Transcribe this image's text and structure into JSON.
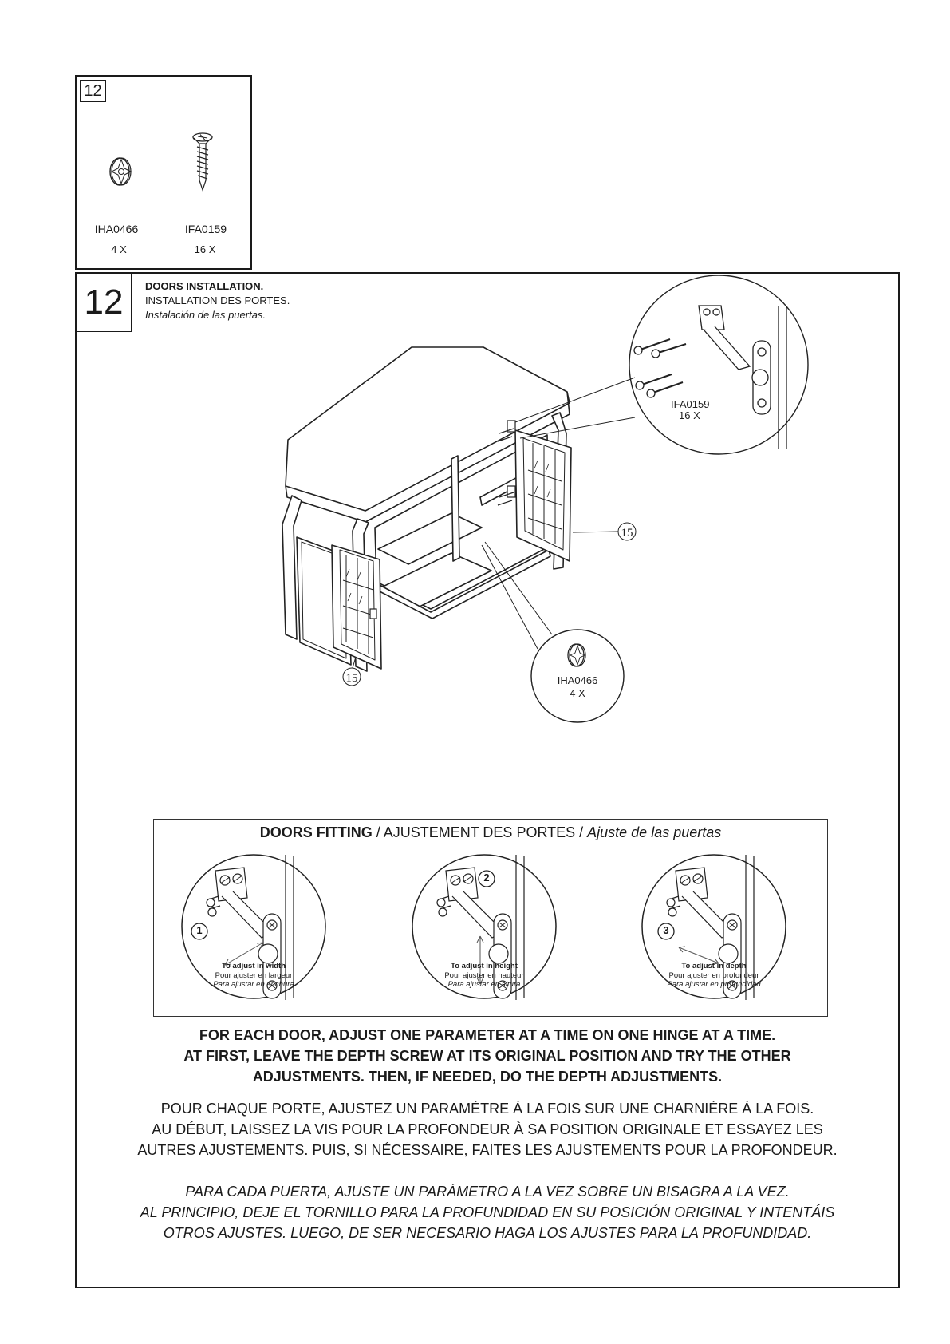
{
  "parts": {
    "step_number": "12",
    "items": [
      {
        "code": "IHA0466",
        "qty": "4 X",
        "icon": "hinge-plate-icon"
      },
      {
        "code": "IFA0159",
        "qty": "16 X",
        "icon": "screw-icon"
      }
    ]
  },
  "step": {
    "number": "12",
    "title_en": "DOORS INSTALLATION.",
    "title_fr": "INSTALLATION DES PORTES.",
    "title_es": "Instalación de las puertas."
  },
  "diagram": {
    "door_label": "15",
    "callout_screws": {
      "code": "IFA0159",
      "qty": "16 X"
    },
    "callout_plate": {
      "code": "IHA0466",
      "qty": "4 X"
    }
  },
  "doors_fitting": {
    "title_en": "DOORS FITTING",
    "title_fr": " / AJUSTEMENT DES PORTES / ",
    "title_es": "Ajuste de las puertas",
    "panels": [
      {
        "number": "1",
        "en": "To adjust in width",
        "fr": "Pour ajuster en largeur",
        "es": "Para ajustar en anchura"
      },
      {
        "number": "2",
        "en": "To adjust in height",
        "fr": "Pour ajuster en hauteur",
        "es": "Para ajustar en altura"
      },
      {
        "number": "3",
        "en": "To adjust in depth",
        "fr": "Pour ajuster en profondeur",
        "es": "Para ajustar en profundidad"
      }
    ]
  },
  "notes": {
    "en": [
      "FOR EACH DOOR, ADJUST ONE PARAMETER AT A TIME ON ONE HINGE AT A TIME.",
      "AT FIRST, LEAVE THE DEPTH SCREW AT ITS ORIGINAL POSITION AND TRY THE OTHER",
      "ADJUSTMENTS. THEN, IF NEEDED, DO THE DEPTH ADJUSTMENTS."
    ],
    "fr": [
      "POUR CHAQUE PORTE, AJUSTEZ UN PARAMÈTRE À LA FOIS SUR UNE CHARNIÈRE À LA FOIS.",
      "AU DÉBUT, LAISSEZ LA VIS POUR LA PROFONDEUR À SA POSITION ORIGINALE ET ESSAYEZ LES",
      "AUTRES AJUSTEMENTS. PUIS, SI NÉCESSAIRE, FAITES LES AJUSTEMENTS POUR LA PROFONDEUR."
    ],
    "es": [
      "PARA CADA PUERTA, AJUSTE UN PARÁMETRO A LA VEZ SOBRE UN BISAGRA A LA VEZ.",
      "AL PRINCIPIO, DEJE EL TORNILLO PARA LA PROFUNDIDAD EN SU POSICIÓN ORIGINAL Y INTENTÁIS",
      "OTROS AJUSTES. LUEGO, DE SER NECESARIO HAGA LOS AJUSTES PARA LA PROFUNDIDAD."
    ]
  }
}
